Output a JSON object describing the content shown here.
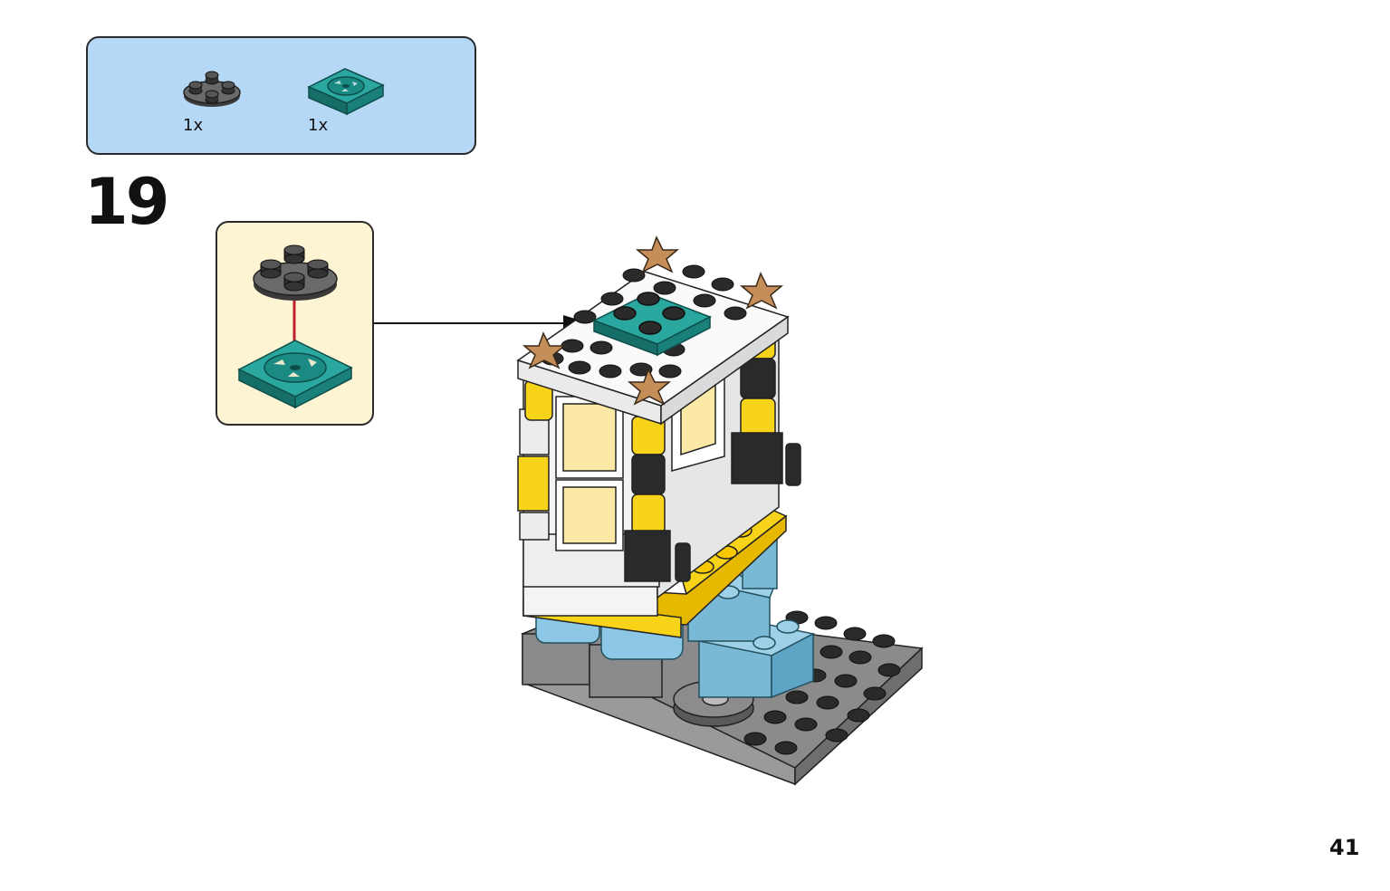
{
  "parts_list": {
    "items": [
      {
        "part": "round-plate-2x2-dark-grey",
        "color": "#5a5a5a",
        "quantity": "1x"
      },
      {
        "part": "turntable-plate-2x2-teal",
        "color": "#1f8c86",
        "quantity": "1x"
      }
    ]
  },
  "step": {
    "number": "19"
  },
  "callout": {
    "description_icons": [
      "round-plate-icon",
      "down-arrow-icon",
      "turntable-base-icon"
    ]
  },
  "model_colors": {
    "white": "#f4f4f4",
    "yellow": "#f7d31a",
    "black": "#2a2a2a",
    "light_blue": "#8cc8e6",
    "dark_grey": "#4a4a4a",
    "grey": "#8b8b8b",
    "teal": "#1f8c86",
    "gold": "#c58d58"
  },
  "page": {
    "number": "41"
  }
}
